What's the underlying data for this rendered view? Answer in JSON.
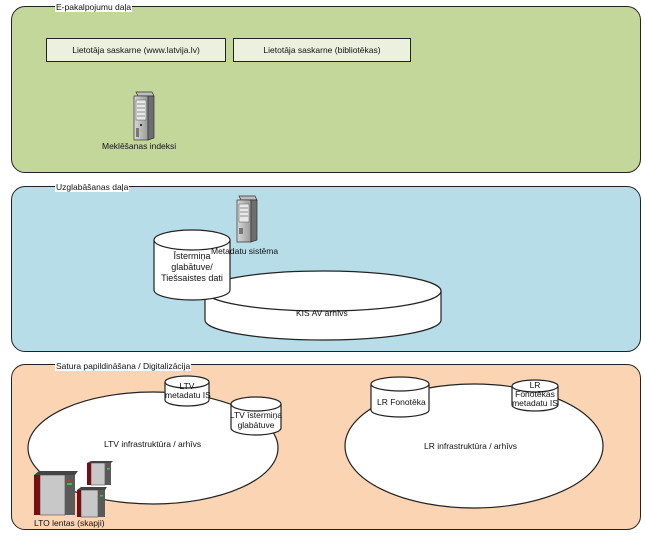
{
  "colors": {
    "epak_bg": "#c4d79b",
    "storage_bg": "#b7dde8",
    "content_bg": "#fbd4b4",
    "ui_box_bg": "#ebf1de",
    "shape_fill": "#ffffff",
    "stroke": "#222222"
  },
  "sections": {
    "epak": {
      "title": "E-pakalpojumu daļa",
      "ui_boxes": [
        "Lietotāja saskarne (www.latvija.lv)",
        "Lietotāja saskarne (bibliotēkas)"
      ],
      "server_label": "Meklēšanas indeksi",
      "server_icon": "server-tower-icon"
    },
    "storage": {
      "title": "Uzglabāšanas daļa",
      "cylinder_short_term": [
        "Īstermiņa",
        "glabātuve/",
        "Tiešsaistes dati"
      ],
      "server_label": "Metadatu sistēma",
      "server_icon": "server-tower-icon",
      "archive_label": "KIS AV arhīvs"
    },
    "content": {
      "title": "Satura papildināšana / Digitalizācija",
      "ltv": {
        "ellipse_label": "LTV infrastruktūra / arhīvs",
        "metadata_cylinder": [
          "LTV",
          "metadatu IS"
        ],
        "short_term_cylinder": [
          "LTV īstermiņa",
          "glabātuve"
        ]
      },
      "lr": {
        "ellipse_label": "LR infrastruktūra / arhīvs",
        "fonoteka_cylinder": "LR Fonotēka",
        "fonoteka_metadata_cylinder": [
          "LR",
          "Fonotēkas",
          "metadatu IS"
        ]
      },
      "lto_label": "LTO lentas (skapji)",
      "lto_icon": "tape-library-cabinet-icon"
    }
  }
}
